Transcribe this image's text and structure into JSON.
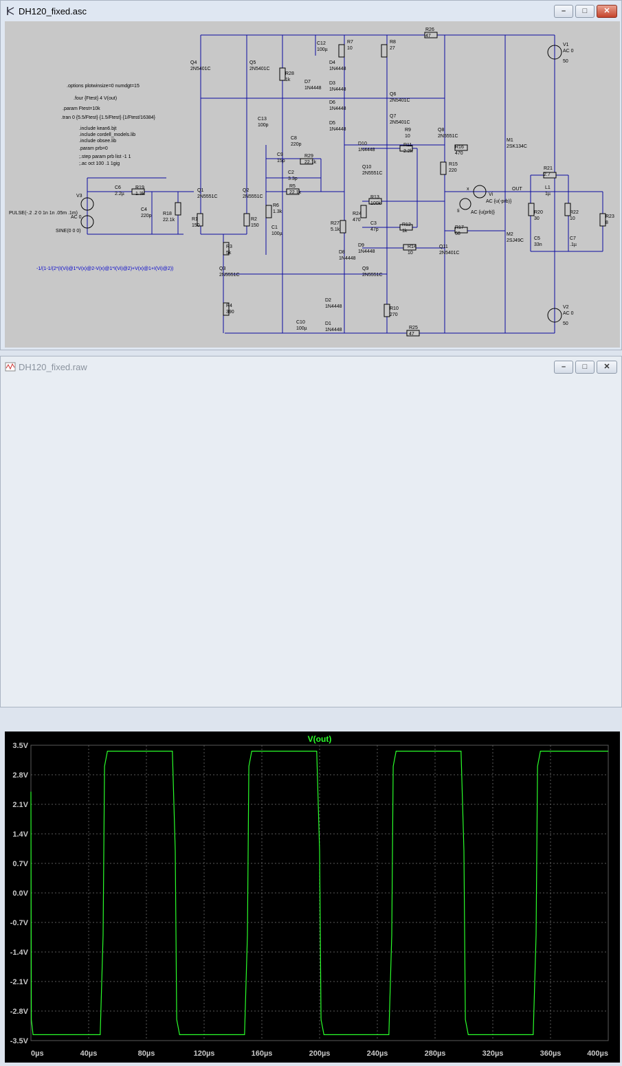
{
  "schematic_window": {
    "title": "DH120_fixed.asc",
    "minimize": "–",
    "maximize": "□",
    "close": "✕",
    "icon": "schematic-icon",
    "directives": [
      ".options plotwinsize=0 numdgt=15",
      ".four {Ftest} 4 V(out)",
      ".param Ftest=10k",
      ".tran 0 {5.5/Ftest} {1.5/Ftest} {1/Ftest/16384}",
      ".include kean6.bjt",
      ".include cordell_models.lib",
      ".include obsee.lib",
      ".param prb=0",
      ";.step param prb list -1 1",
      ";.ac oct 100 .1 1gig"
    ],
    "expression": "-1/(1-1/(2*(I(Vi)@1*V(x)@2-V(x)@1*I(Vi)@2)+V(x)@1+I(Vi)@2))",
    "v3_pulse": "PULSE(-.2 .2 0 1n 1n .05m .1m)",
    "v3_sine": "SINE(0 0 0)",
    "components": [
      {
        "n": "R26",
        "v": "47"
      },
      {
        "n": "C12",
        "v": "100µ"
      },
      {
        "n": "R7",
        "v": "10"
      },
      {
        "n": "R8",
        "v": "27"
      },
      {
        "n": "V1",
        "v": "AC 0"
      },
      {
        "n": "V1_val",
        "v": "50"
      },
      {
        "n": "Q4",
        "v": "2N5401C"
      },
      {
        "n": "Q5",
        "v": "2N5401C"
      },
      {
        "n": "R28",
        "v": "1k"
      },
      {
        "n": "D4",
        "v": "1N4448"
      },
      {
        "n": "D7",
        "v": "1N4448"
      },
      {
        "n": "D3",
        "v": "1N4448"
      },
      {
        "n": "Q6",
        "v": "2N5401C"
      },
      {
        "n": "D6",
        "v": "1N4448"
      },
      {
        "n": "C13",
        "v": "100p"
      },
      {
        "n": "D5",
        "v": "1N4448"
      },
      {
        "n": "Q7",
        "v": "2N5401C"
      },
      {
        "n": "R9",
        "v": "10"
      },
      {
        "n": "Q8",
        "v": "2N5551C"
      },
      {
        "n": "M1",
        "v": "2SK134C"
      },
      {
        "n": "C8",
        "v": "220p"
      },
      {
        "n": "D10",
        "v": "1N4448"
      },
      {
        "n": "R11",
        "v": "2.2k"
      },
      {
        "n": "R16",
        "v": "470"
      },
      {
        "n": "C9",
        "v": "15p"
      },
      {
        "n": "R29",
        "v": "22.1k"
      },
      {
        "n": "Q10",
        "v": "2N5551C"
      },
      {
        "n": "R15",
        "v": "220"
      },
      {
        "n": "C2",
        "v": "3.3p"
      },
      {
        "n": "R21",
        "v": "2.7"
      },
      {
        "n": "C6",
        "v": "2.2µ"
      },
      {
        "n": "R19",
        "v": "1.3k"
      },
      {
        "n": "Q1",
        "v": "2N5551C"
      },
      {
        "n": "Q2",
        "v": "2N5551C"
      },
      {
        "n": "R5",
        "v": "22.1k"
      },
      {
        "n": "L1",
        "v": "1µ"
      },
      {
        "n": "C4",
        "v": "220p"
      },
      {
        "n": "R18",
        "v": "22.1k"
      },
      {
        "n": "R13",
        "v": "100k"
      },
      {
        "n": "R20",
        "v": "30"
      },
      {
        "n": "R22",
        "v": "10"
      },
      {
        "n": "R23",
        "v": "8"
      },
      {
        "n": "R1",
        "v": "150"
      },
      {
        "n": "R2",
        "v": "150"
      },
      {
        "n": "R6",
        "v": "1.3k"
      },
      {
        "n": "R24",
        "v": "470"
      },
      {
        "n": "C3",
        "v": "47p"
      },
      {
        "n": "R12",
        "v": "1k"
      },
      {
        "n": "R17",
        "v": "68"
      },
      {
        "n": "M2",
        "v": "2SJ49C"
      },
      {
        "n": "C1",
        "v": "100µ"
      },
      {
        "n": "R27",
        "v": "5.1k"
      },
      {
        "n": "C5",
        "v": "33n"
      },
      {
        "n": "C7",
        "v": ".1µ"
      },
      {
        "n": "D9",
        "v": "1N4448"
      },
      {
        "n": "R14",
        "v": "10"
      },
      {
        "n": "Q11",
        "v": "2N5401C"
      },
      {
        "n": "R3",
        "v": "5k"
      },
      {
        "n": "D8",
        "v": "1N4448"
      },
      {
        "n": "Q3",
        "v": "2N5551C"
      },
      {
        "n": "Q9",
        "v": "2N5551C"
      },
      {
        "n": "D2",
        "v": "1N4448"
      },
      {
        "n": "R4",
        "v": "390"
      },
      {
        "n": "C10",
        "v": "100µ"
      },
      {
        "n": "R10",
        "v": "270"
      },
      {
        "n": "D1",
        "v": "1N4448"
      },
      {
        "n": "V2",
        "v": "AC 0"
      },
      {
        "n": "V2_val",
        "v": "50"
      },
      {
        "n": "R25",
        "v": "47"
      }
    ],
    "vi_label": "Vi",
    "vi_ac": "AC {u(-prb)}",
    "ii_label": "Ii",
    "ii_ac": "AC {u(prb)}",
    "v3_label": "V3",
    "v3_ac": "AC 0",
    "net_x": "x",
    "net_out": "OUT"
  },
  "waveform_window": {
    "title": "DH120_fixed.raw",
    "icon": "waveform-icon",
    "minimize": "–",
    "maximize": "□",
    "close": "✕",
    "trace_label": "V(out)",
    "colors": {
      "trace": "#2aff2a",
      "grid": "#5a5a5a",
      "bg": "#000000",
      "axis_text": "#c8c8c8"
    }
  },
  "chart_data": {
    "type": "line",
    "title": "V(out)",
    "xlabel": "",
    "ylabel": "",
    "x_unit": "µs",
    "xlim": [
      0,
      400
    ],
    "ylim": [
      -3.5,
      3.5
    ],
    "x_ticks": [
      "0µs",
      "40µs",
      "80µs",
      "120µs",
      "160µs",
      "200µs",
      "240µs",
      "280µs",
      "320µs",
      "360µs",
      "400µs"
    ],
    "y_ticks": [
      "3.5V",
      "2.8V",
      "2.1V",
      "1.4V",
      "0.7V",
      "0.0V",
      "-0.7V",
      "-1.4V",
      "-2.1V",
      "-2.8V",
      "-3.5V"
    ],
    "grid": true,
    "series": [
      {
        "name": "V(out)",
        "x": [
          0,
          0.3,
          1.5,
          3,
          48,
          50,
          51,
          53,
          98,
          100,
          101,
          103,
          148,
          150,
          151,
          153,
          198,
          200,
          201,
          203,
          248,
          250,
          251,
          253,
          298,
          300,
          301,
          303,
          348,
          350,
          351,
          353,
          400
        ],
        "y": [
          2.4,
          -3.0,
          -3.36,
          -3.36,
          -3.36,
          -1.0,
          3.0,
          3.36,
          3.36,
          1.0,
          -3.0,
          -3.36,
          -3.36,
          -1.0,
          3.0,
          3.36,
          3.36,
          1.0,
          -3.0,
          -3.36,
          -3.36,
          -1.0,
          3.0,
          3.36,
          3.36,
          1.0,
          -3.0,
          -3.36,
          -3.36,
          -1.0,
          3.0,
          3.36,
          3.36
        ]
      }
    ]
  }
}
